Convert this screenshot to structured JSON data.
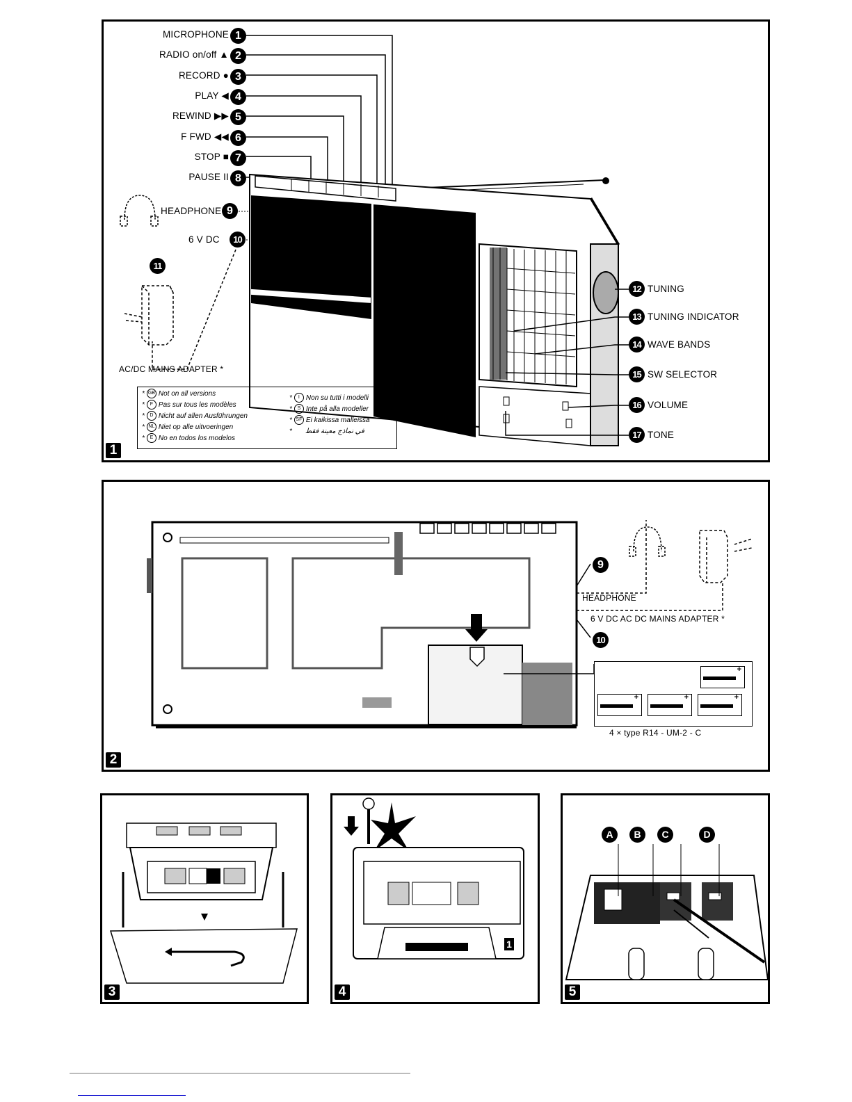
{
  "figure1": {
    "panel_number": "1",
    "left_callouts": [
      {
        "num": "1",
        "label": "MICROPHONE",
        "suffix": ""
      },
      {
        "num": "2",
        "label": "RADIO",
        "suffix": "on/off ▲"
      },
      {
        "num": "3",
        "label": "RECORD",
        "suffix": "●"
      },
      {
        "num": "4",
        "label": "PLAY",
        "suffix": "◀"
      },
      {
        "num": "5",
        "label": "REWIND",
        "suffix": "▶▶"
      },
      {
        "num": "6",
        "label": "F FWD",
        "suffix": "◀◀"
      },
      {
        "num": "7",
        "label": "STOP",
        "suffix": "■"
      },
      {
        "num": "8",
        "label": "PAUSE",
        "suffix": "II"
      }
    ],
    "headphone": {
      "num": "9",
      "label": "HEADPHONE"
    },
    "dc_input": {
      "num": "10",
      "label": "6 V DC"
    },
    "adapter": {
      "num": "11",
      "label": "AC/DC MAINS ADAPTER *"
    },
    "right_callouts": [
      {
        "num": "12",
        "label": "TUNING"
      },
      {
        "num": "13",
        "label": "TUNING INDICATOR"
      },
      {
        "num": "14",
        "label": "WAVE BANDS"
      },
      {
        "num": "15",
        "label": "SW SELECTOR"
      },
      {
        "num": "16",
        "label": "VOLUME"
      },
      {
        "num": "17",
        "label": "TONE"
      }
    ],
    "antenna_marker": "1",
    "availability_notes": [
      {
        "code": "GB",
        "text": "Not on all versions"
      },
      {
        "code": "F",
        "text": "Pas sur tous les modèles"
      },
      {
        "code": "D",
        "text": "Nicht auf allen Ausführungen"
      },
      {
        "code": "NL",
        "text": "Niet op alle uitvoeringen"
      },
      {
        "code": "E",
        "text": "No en todos los modelos"
      },
      {
        "code": "I",
        "text": "Non su tutti i modelli"
      },
      {
        "code": "S",
        "text": "Inte på alla modeller"
      },
      {
        "code": "SF",
        "text": "Ei kaikissa malleissa"
      },
      {
        "code": "",
        "text": "في نماذج معينة فقط"
      }
    ]
  },
  "figure2": {
    "panel_number": "2",
    "headphone": {
      "num": "9",
      "label": "HEADPHONE"
    },
    "dc_input": {
      "num": "10",
      "label": "6 V DC AC DC MAINS ADAPTER *"
    },
    "battery_caption": "4 × type R14 - UM-2 - C",
    "battery_count": 4
  },
  "figure3": {
    "panel_number": "3"
  },
  "figure4": {
    "panel_number": "4",
    "cassette_side": "1"
  },
  "figure5": {
    "panel_number": "5",
    "callouts": [
      "A",
      "B",
      "C",
      "D"
    ]
  }
}
